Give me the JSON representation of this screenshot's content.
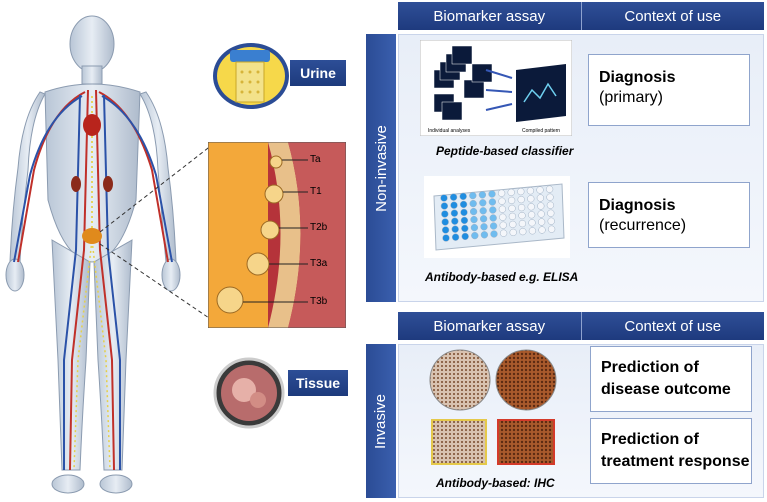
{
  "top_header": {
    "col1": "Biomarker assay",
    "col2": "Context of use"
  },
  "bottom_header": {
    "col1": "Biomarker assay",
    "col2": "Context of use"
  },
  "side_labels": {
    "non_invasive": "Non-invasive",
    "invasive": "Invasive"
  },
  "tags": {
    "urine": "Urine",
    "tissue": "Tissue"
  },
  "stages": [
    "Ta",
    "T1",
    "T2b",
    "T3a",
    "T3b"
  ],
  "captions": {
    "peptide": "Peptide-based  classifier",
    "elisa": "Antibody-based  e.g. ELISA",
    "ihc": "Antibody-based:  IHC"
  },
  "peptide_image_labels": {
    "left": "Individual analyses",
    "right": "Compiled pattern"
  },
  "contexts": {
    "diag_primary": {
      "line1": "Diagnosis",
      "line2": "(primary)"
    },
    "diag_recurrence": {
      "line1": "Diagnosis",
      "line2": "(recurrence)"
    },
    "outcome": {
      "line1": "Prediction of",
      "line2": "disease outcome"
    },
    "treatment": {
      "line1": "Prediction of",
      "line2": "treatment response"
    }
  },
  "colors": {
    "header_blue": "#24418a",
    "panel_bg": "#eef2f9",
    "bladder_orange": "#f2a93b",
    "tissue_red": "#c0392b"
  }
}
